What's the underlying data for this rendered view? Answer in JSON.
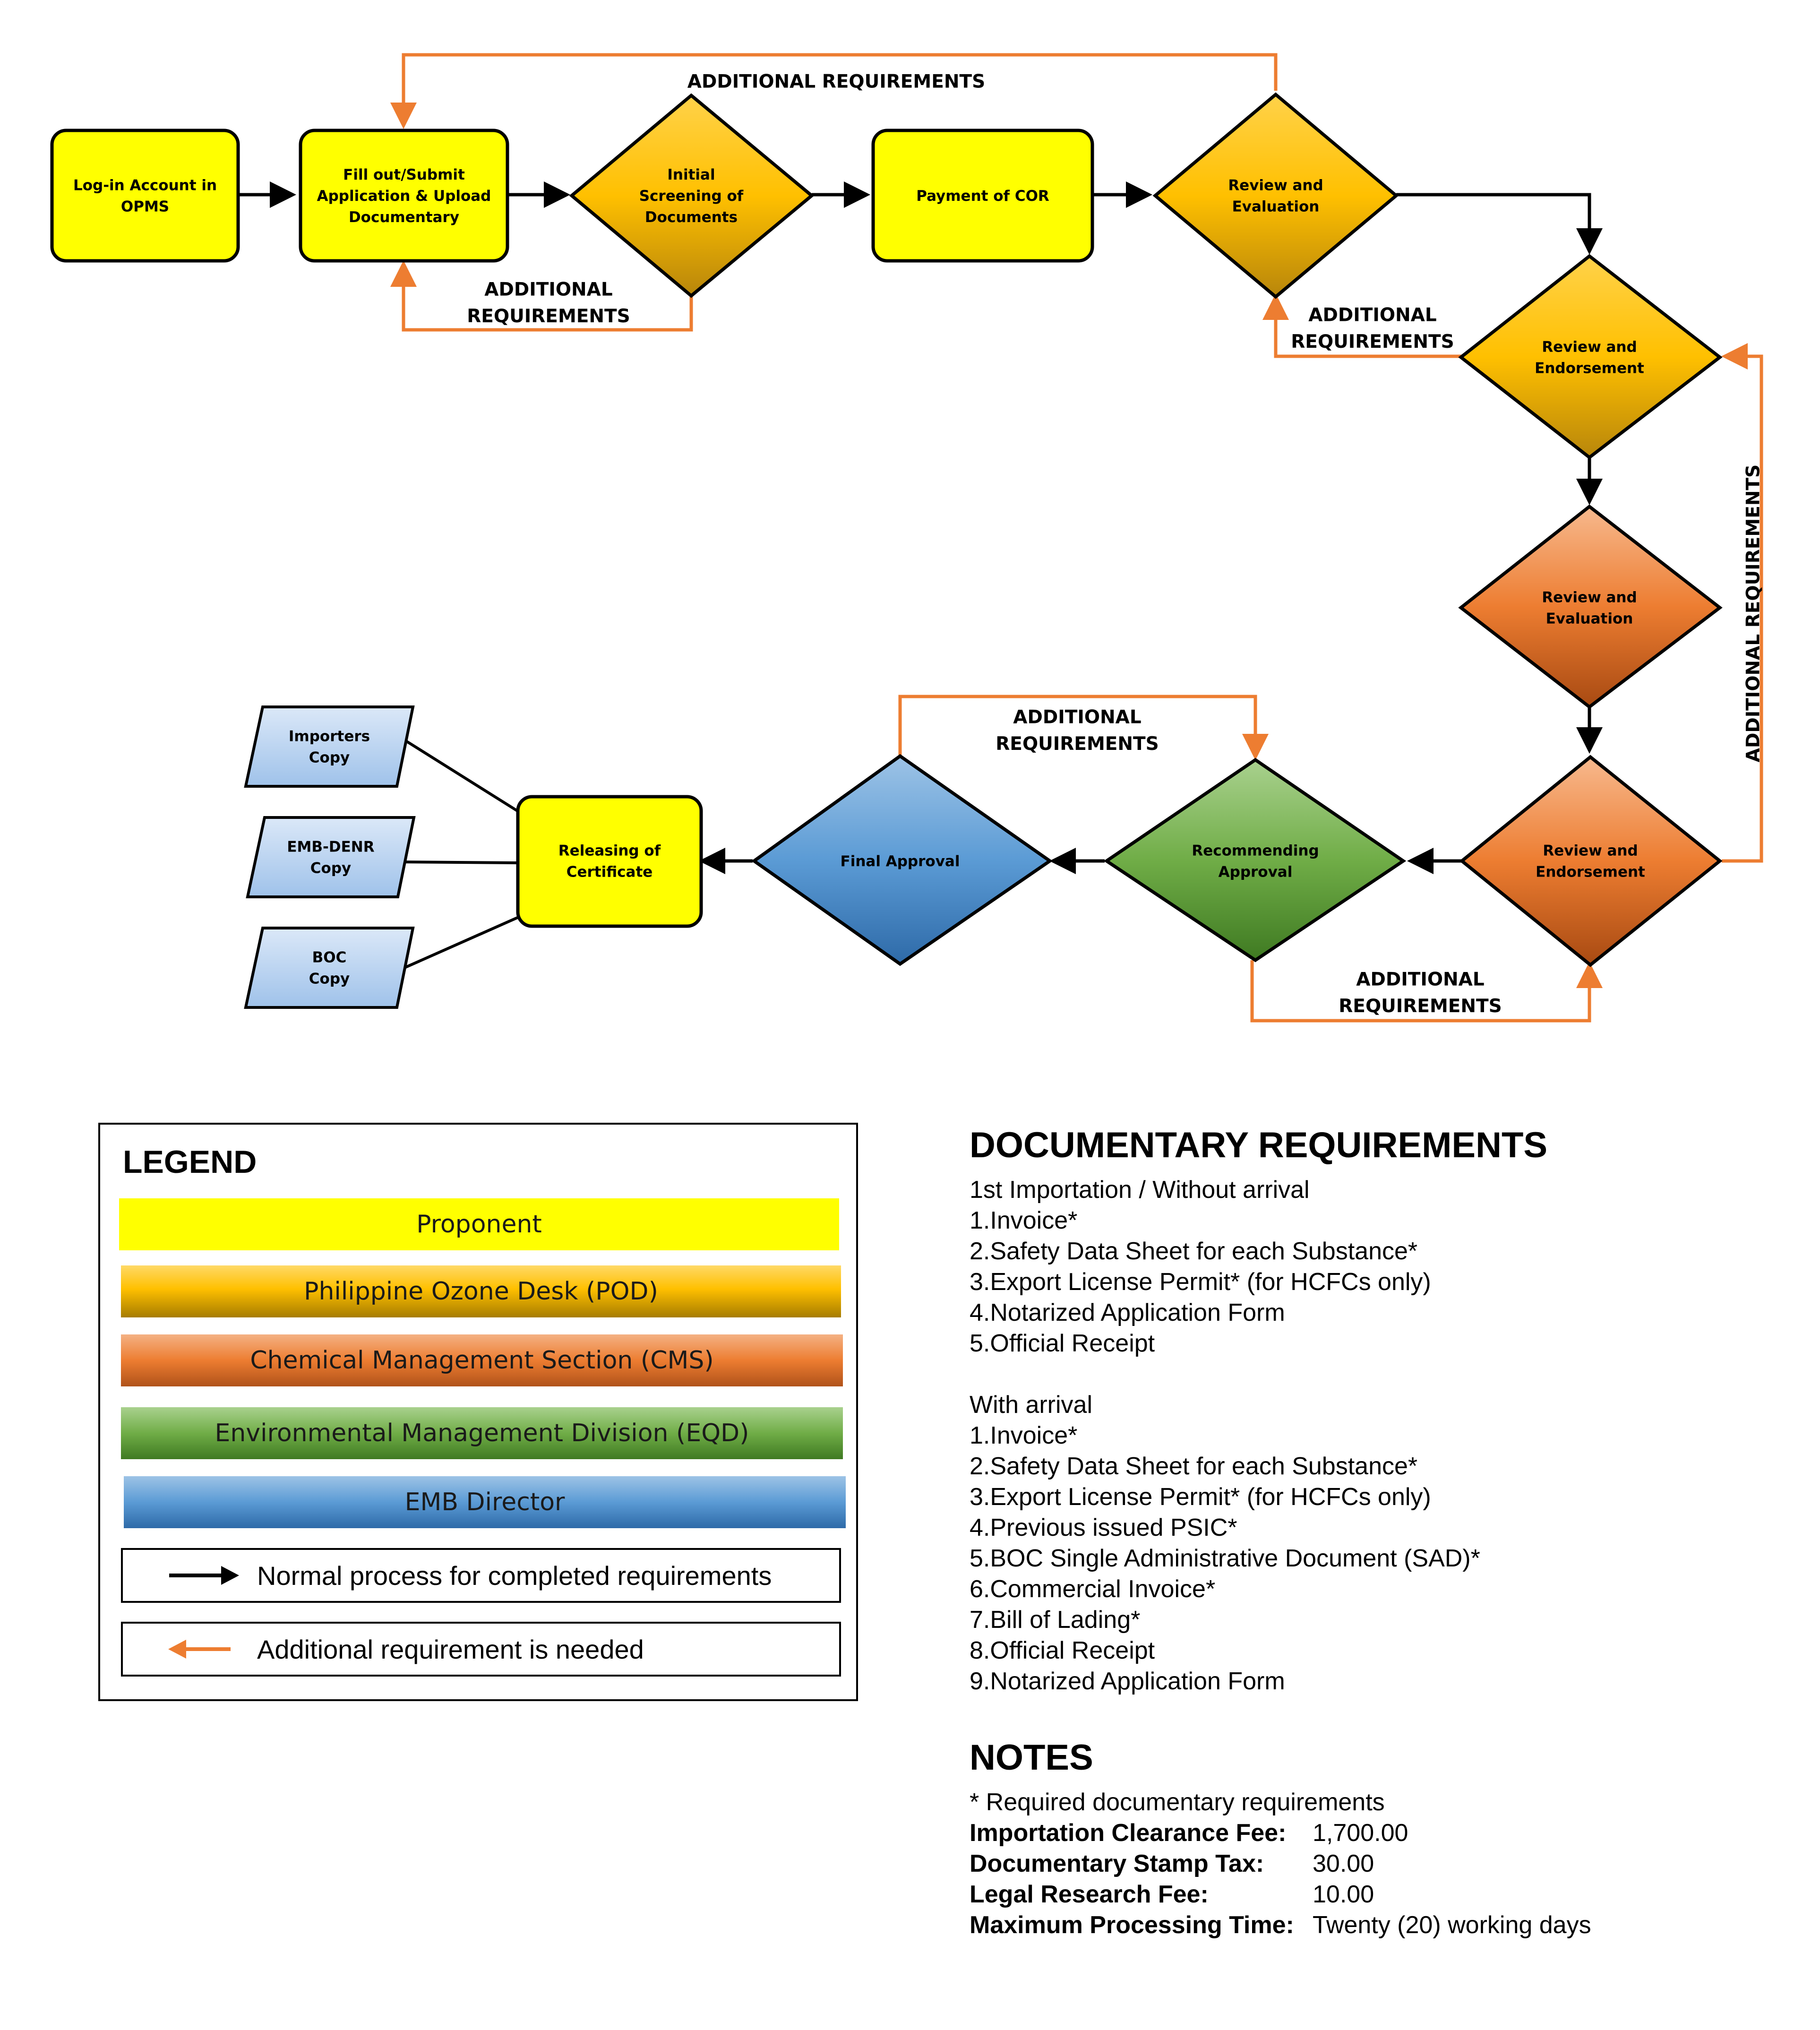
{
  "flow": {
    "nodes": {
      "login": "Log-in Account in\nOPMS",
      "fill_out": "Fill out/Submit\nApplication & Upload\nDocumentary",
      "initial_screening": "Initial\nScreening of\nDocuments",
      "payment": "Payment of COR",
      "pod_review": "Review and\nEvaluation",
      "pod_endorse": "Review and\nEndorsement",
      "cms_review": "Review and\nEvaluation",
      "cms_endorse": "Review and\nEndorsement",
      "recommending": "Recommending\nApproval",
      "final_approval": "Final Approval",
      "releasing": "Releasing of\nCertificate",
      "importers_copy": "Importers\nCopy",
      "emb_copy": "EMB-DENR\nCopy",
      "boc_copy": "BOC\nCopy"
    },
    "additional_requirements_label": "ADDITIONAL REQUIREMENTS",
    "additional_requirements_label_2line": "ADDITIONAL\nREQUIREMENTS"
  },
  "legend": {
    "title": "LEGEND",
    "items": [
      {
        "label": "Proponent",
        "color": "#ffff00"
      },
      {
        "label": "Philippine Ozone Desk (POD)",
        "color": "#ffc000"
      },
      {
        "label": "Chemical Management Section (CMS)",
        "color": "#ed7d31"
      },
      {
        "label": "Environmental Management Division (EQD)",
        "color": "#70ad47"
      },
      {
        "label": "EMB Director",
        "color": "#5b9bd5"
      }
    ],
    "normal_process": "Normal process for completed requirements",
    "additional_needed": "Additional requirement is needed",
    "arrow_black": "#000000",
    "arrow_orange": "#ed7d31"
  },
  "documentary": {
    "title": "DOCUMENTARY REQUIREMENTS",
    "first_heading": "1st Importation / Without arrival",
    "first_items": [
      "1.Invoice*",
      "2.Safety Data Sheet for each Substance*",
      "3.Export License Permit* (for HCFCs only)",
      "4.Notarized Application Form",
      "5.Official Receipt"
    ],
    "second_heading": "With arrival",
    "second_items": [
      "1.Invoice*",
      "2.Safety Data Sheet for each Substance*",
      "3.Export License Permit* (for HCFCs only)",
      "4.Previous issued PSIC*",
      "5.BOC Single Administrative Document (SAD)*",
      "6.Commercial Invoice*",
      "7.Bill of Lading*",
      "8.Official Receipt",
      "9.Notarized Application Form"
    ]
  },
  "notes": {
    "title": "NOTES",
    "asterisk_note": "* Required documentary requirements",
    "fees": [
      {
        "label": "Importation Clearance Fee:",
        "value": "1,700.00"
      },
      {
        "label": "Documentary Stamp Tax:",
        "value": "30.00"
      },
      {
        "label": "Legal Research Fee:",
        "value": "10.00"
      },
      {
        "label": "Maximum Processing Time:",
        "value": "Twenty (20) working days"
      }
    ]
  }
}
